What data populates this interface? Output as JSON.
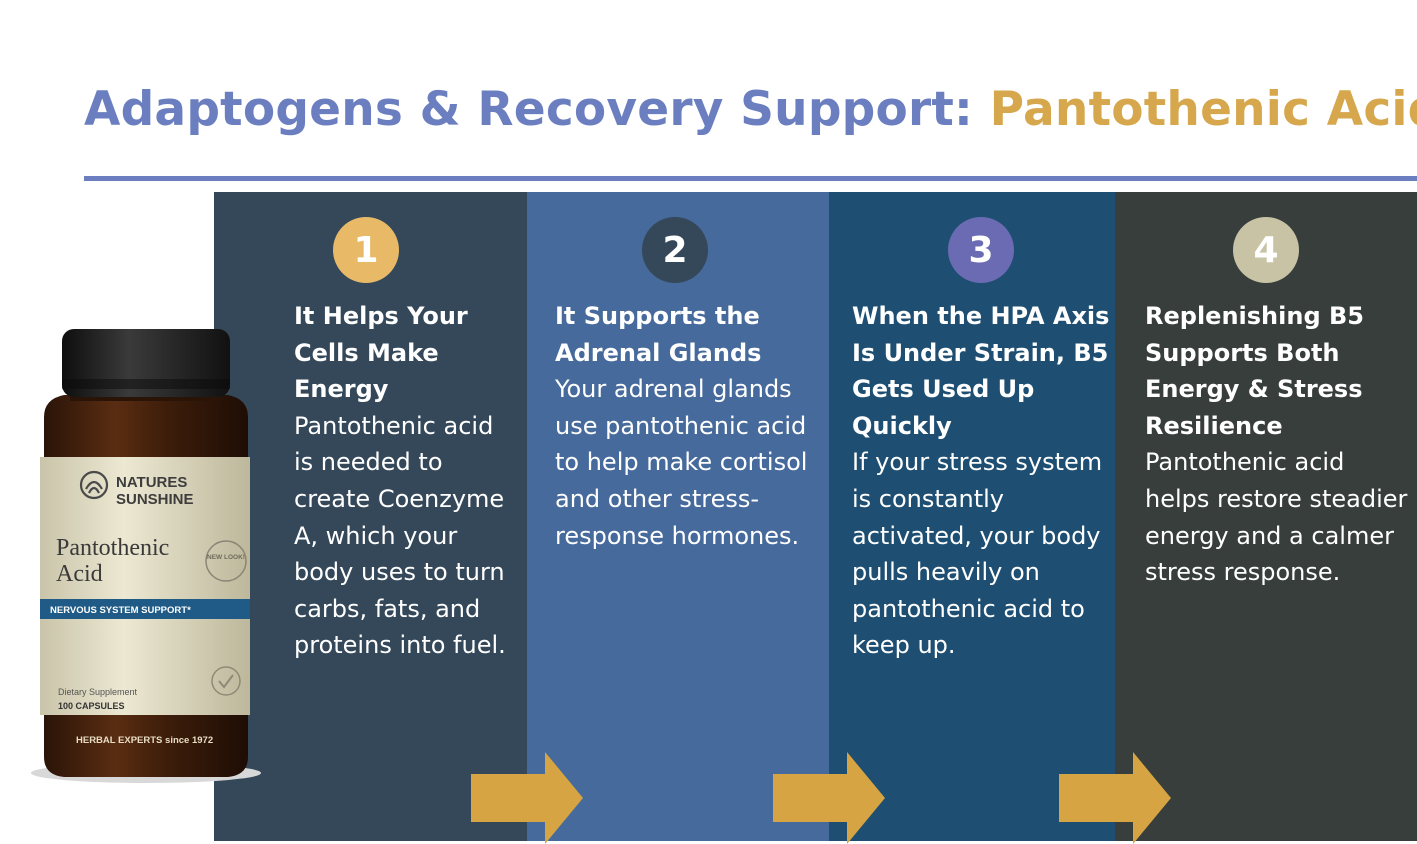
{
  "title": {
    "part1": "Adaptogens & Recovery Support:",
    "part2": "Pantothenic Acid"
  },
  "colors": {
    "title_blue": "#6b7fc0",
    "title_gold": "#d6a74c",
    "arrow_gold": "#d6a442"
  },
  "product": {
    "brand_line1": "NATURES",
    "brand_line2": "SUNSHINE",
    "name_line1": "Pantothenic",
    "name_line2": "Acid",
    "badge": "NEW LOOK!",
    "category": "NERVOUS SYSTEM SUPPORT*",
    "supplement": "Dietary Supplement",
    "count": "100 CAPSULES",
    "tagline": "HERBAL EXPERTS since 1972"
  },
  "steps": [
    {
      "number": "1",
      "heading": "It Helps Your Cells Make Energy",
      "body": "Pantothenic acid is needed to create Coenzyme A, which your body uses to turn carbs, fats, and proteins into fuel."
    },
    {
      "number": "2",
      "heading": "It Supports the Adrenal Glands",
      "body": "Your adrenal glands use pantothenic acid to help make cortisol and other stress-response hormones."
    },
    {
      "number": "3",
      "heading": "When the HPA Axis Is Under Strain, B5 Gets Used Up Quickly",
      "body": "If your stress system is constantly activated, your body pulls heavily on pantothenic acid to keep up."
    },
    {
      "number": "4",
      "heading": "Replenishing B5 Supports Both Energy & Stress Resilience",
      "body": "Pantothenic acid helps restore steadier energy and a calmer stress response."
    }
  ]
}
